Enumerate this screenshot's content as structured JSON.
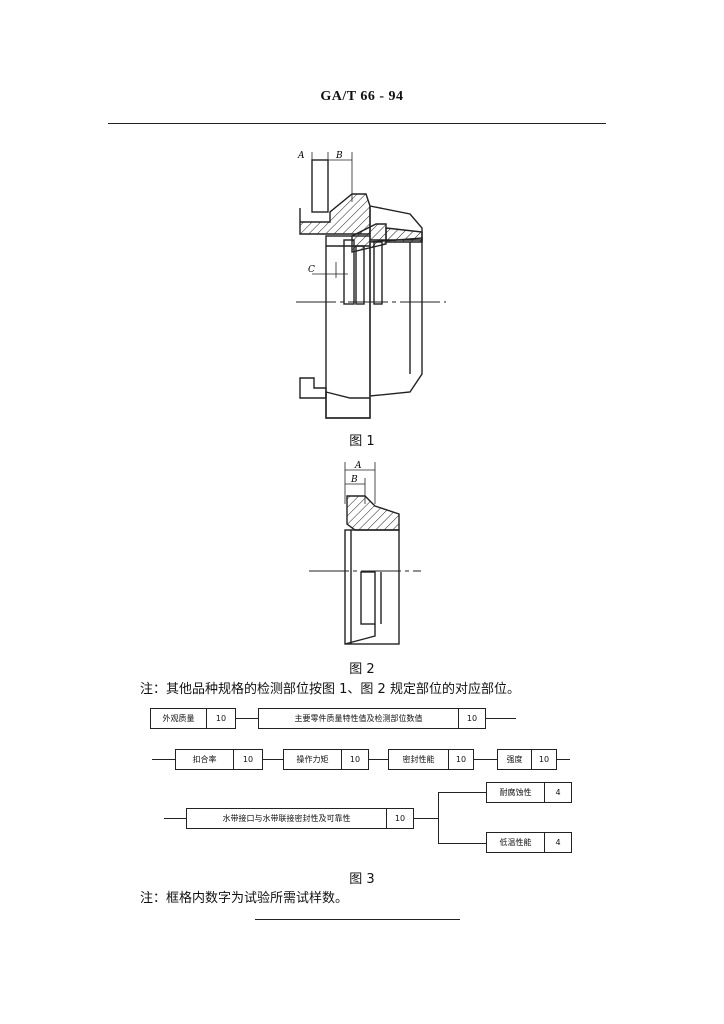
{
  "header": {
    "code": "GA/T 66 - 94"
  },
  "figure1": {
    "caption": "图 1",
    "labels": {
      "a": "A",
      "b": "B",
      "c": "C"
    }
  },
  "figure2": {
    "caption": "图 2",
    "labels": {
      "a": "A",
      "b": "B"
    }
  },
  "note1": "注：其他品种规格的检测部位按图 1、图 2 规定部位的对应部位。",
  "figure3": {
    "caption": "图 3",
    "boxes": {
      "appearance": {
        "label": "外观质量",
        "count": "10"
      },
      "main_params": {
        "label": "主要零件质量特性值及检测部位数值",
        "count": "10"
      },
      "coupling_rate": {
        "label": "扣合率",
        "count": "10"
      },
      "operating_torque": {
        "label": "操作力矩",
        "count": "10"
      },
      "sealing": {
        "label": "密封性能",
        "count": "10"
      },
      "strength": {
        "label": "强度",
        "count": "10"
      },
      "hose_coupling": {
        "label": "水带接口与水带联接密封性及可靠性",
        "count": "10"
      },
      "corrosion": {
        "label": "耐腐蚀性",
        "count": "4"
      },
      "low_temp": {
        "label": "低温性能",
        "count": "4"
      }
    }
  },
  "note2": "注：框格内数字为试验所需试样数。"
}
